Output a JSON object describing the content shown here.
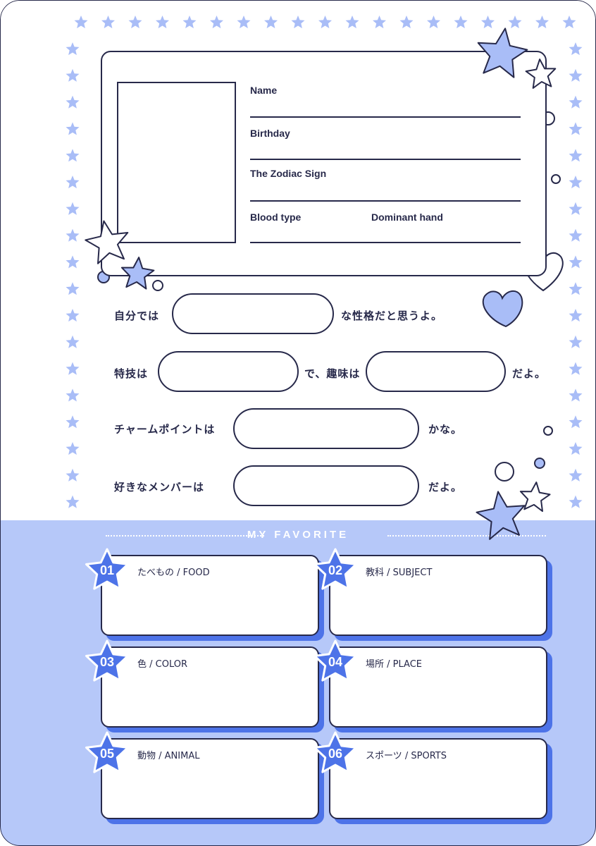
{
  "profile": {
    "name_label": "Name",
    "birthday_label": "Birthday",
    "zodiac_label": "The Zodiac Sign",
    "blood_label": "Blood type",
    "hand_label": "Dominant hand"
  },
  "questions": {
    "q1_prefix": "自分では",
    "q1_suffix": "な性格だと思うよ。",
    "q2_prefix": "特技は",
    "q2_middle": "で、趣味は",
    "q2_suffix": "だよ。",
    "q3_prefix": "チャームポイントは",
    "q3_suffix": "かな。",
    "q4_prefix": "好きなメンバーは",
    "q4_suffix": "だよ。"
  },
  "favorites": {
    "title": "MY FAVORITE",
    "items": [
      {
        "num": "01",
        "label": "たべもの / FOOD"
      },
      {
        "num": "02",
        "label": "教科 / SUBJECT"
      },
      {
        "num": "03",
        "label": "色 / COLOR"
      },
      {
        "num": "04",
        "label": "場所 / PLACE"
      },
      {
        "num": "05",
        "label": "動物 / ANIMAL"
      },
      {
        "num": "06",
        "label": "スポーツ / SPORTS"
      }
    ]
  },
  "colors": {
    "ink": "#27294a",
    "light_blue": "#b6c8f9",
    "star_blue": "#a9bdf7",
    "accent_blue": "#4d73e8",
    "white": "#ffffff"
  }
}
